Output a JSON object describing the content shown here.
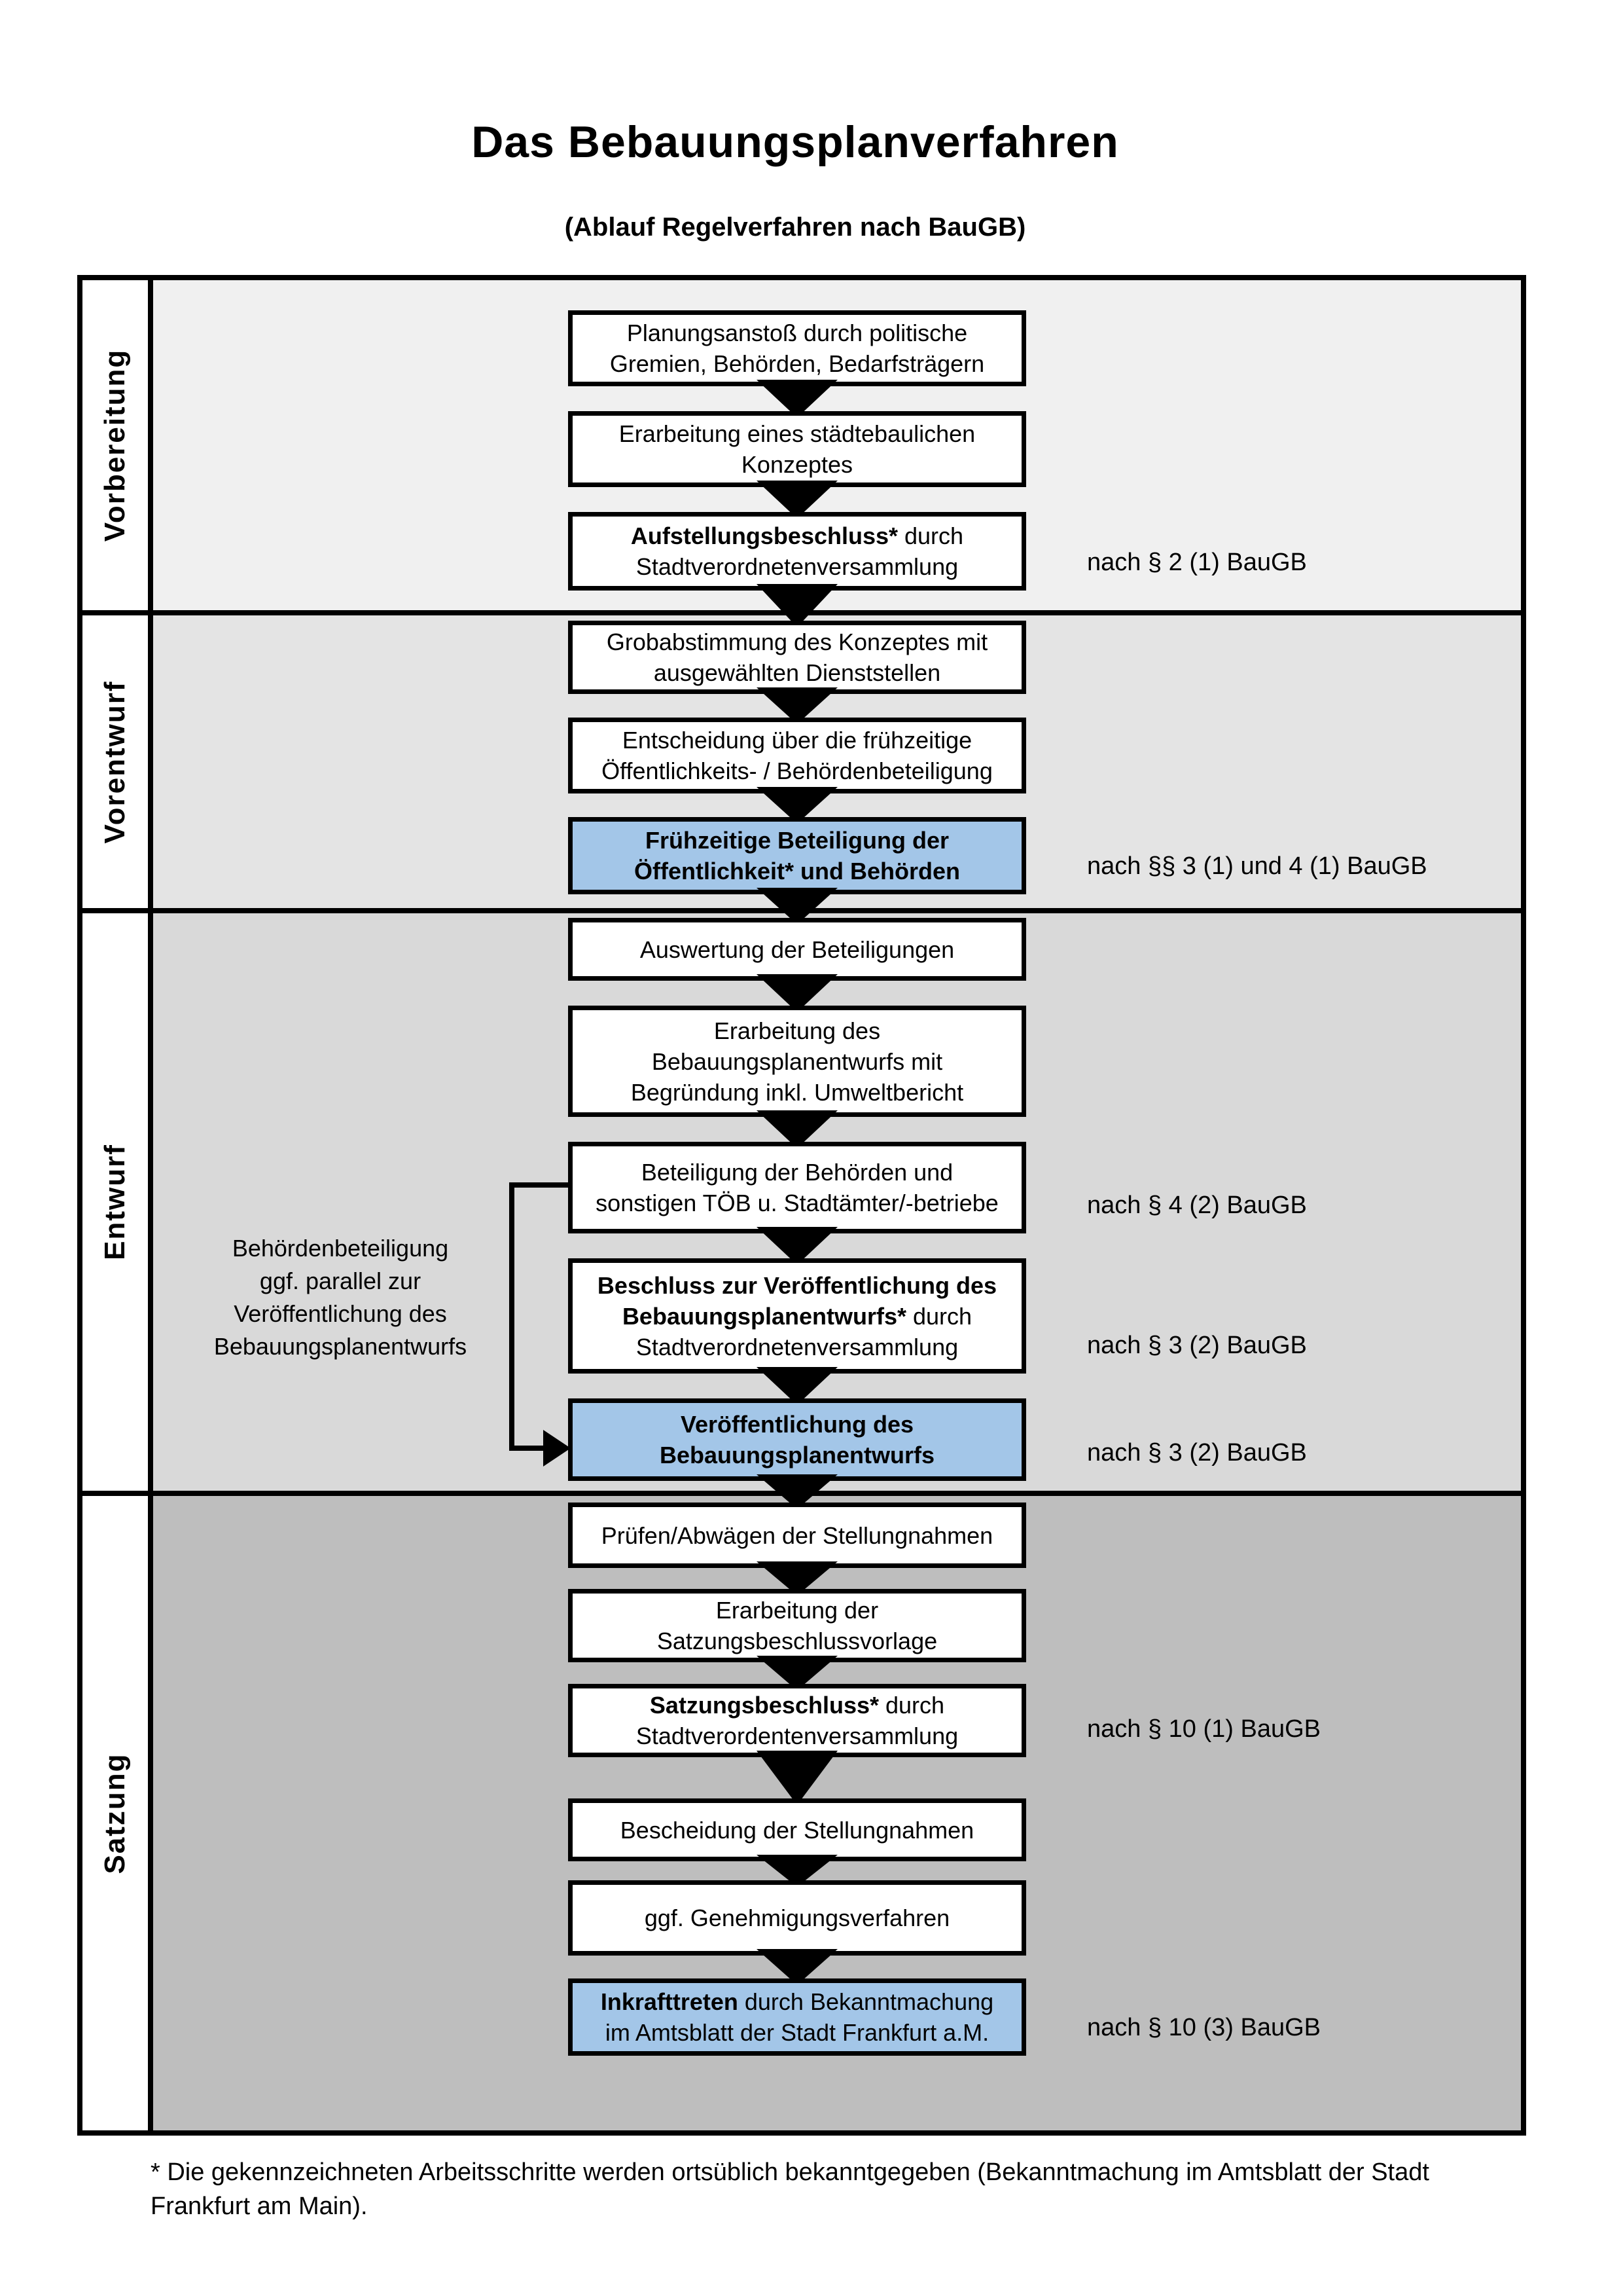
{
  "title": "Das Bebauungsplanverfahren",
  "subtitle": "(Ablauf Regelverfahren nach BauGB)",
  "footnote": "* Die gekennzeichneten Arbeitsschritte werden ortsüblich bekanntgegeben (Bekanntmachung im Amtsblatt  der Stadt\nFrankfurt am Main).",
  "colors": {
    "phase_backgrounds": [
      "#f0f0f0",
      "#e4e4e4",
      "#d9d9d9",
      "#bebebe"
    ],
    "highlight_box": "#a3c6e8",
    "box_background": "#ffffff",
    "line": "#000000"
  },
  "phases": [
    {
      "label": "Vorbereitung"
    },
    {
      "label": "Vorentwurf"
    },
    {
      "label": "Entwurf"
    },
    {
      "label": "Satzung"
    }
  ],
  "side_note": "Behördenbeteiligung\nggf. parallel zur\nVeröffentlichung des\nBebauungsplanentwurfs",
  "steps": [
    {
      "bold": "",
      "text": "Planungsanstoß durch politische\nGremien, Behörden, Bedarfsträgern",
      "highlight": false,
      "note": ""
    },
    {
      "bold": "",
      "text": "Erarbeitung eines städtebaulichen\nKonzeptes",
      "highlight": false,
      "note": ""
    },
    {
      "bold": "Aufstellungsbeschluss*",
      "text": " durch\nStadtverordnetenversammlung",
      "highlight": false,
      "note": "nach § 2 (1) BauGB"
    },
    {
      "bold": "",
      "text": "Grobabstimmung des Konzeptes mit\nausgewählten Dienststellen",
      "highlight": false,
      "note": ""
    },
    {
      "bold": "",
      "text": "Entscheidung über die frühzeitige\nÖffentlichkeits- / Behördenbeteiligung",
      "highlight": false,
      "note": ""
    },
    {
      "bold": "Frühzeitige Beteiligung der\nÖffentlichkeit* und Behörden",
      "text": "",
      "highlight": true,
      "note": "nach §§ 3 (1) und 4 (1) BauGB"
    },
    {
      "bold": "",
      "text": "Auswertung der Beteiligungen",
      "highlight": false,
      "note": ""
    },
    {
      "bold": "",
      "text": "Erarbeitung des\nBebauungsplanentwurfs mit\nBegründung inkl. Umweltbericht",
      "highlight": false,
      "note": ""
    },
    {
      "bold": "",
      "text": "Beteiligung der Behörden und\nsonstigen TÖB u. Stadtämter/-betriebe",
      "highlight": false,
      "note": "nach § 4 (2) BauGB"
    },
    {
      "bold": "Beschluss zur Veröffentlichung des\nBebauungsplanentwurfs*",
      "text": " durch\nStadtverordnetenversammlung",
      "highlight": false,
      "note": "nach § 3 (2) BauGB"
    },
    {
      "bold": "Veröffentlichung des\nBebauungsplanentwurfs",
      "text": "",
      "highlight": true,
      "note": "nach § 3 (2) BauGB"
    },
    {
      "bold": "",
      "text": "Prüfen/Abwägen der Stellungnahmen",
      "highlight": false,
      "note": ""
    },
    {
      "bold": "",
      "text": "Erarbeitung der\nSatzungsbeschlussvorlage",
      "highlight": false,
      "note": ""
    },
    {
      "bold": "Satzungsbeschluss*",
      "text": " durch\nStadtverordentenversammlung",
      "highlight": false,
      "note": "nach § 10 (1) BauGB"
    },
    {
      "bold": "",
      "text": "Bescheidung der Stellungnahmen",
      "highlight": false,
      "note": ""
    },
    {
      "bold": "",
      "text": "ggf. Genehmigungsverfahren",
      "highlight": false,
      "note": ""
    },
    {
      "bold": "Inkrafttreten",
      "text": " durch Bekanntmachung\nim Amtsblatt der Stadt Frankfurt a.M.",
      "highlight": true,
      "note": "nach § 10 (3) BauGB"
    }
  ]
}
